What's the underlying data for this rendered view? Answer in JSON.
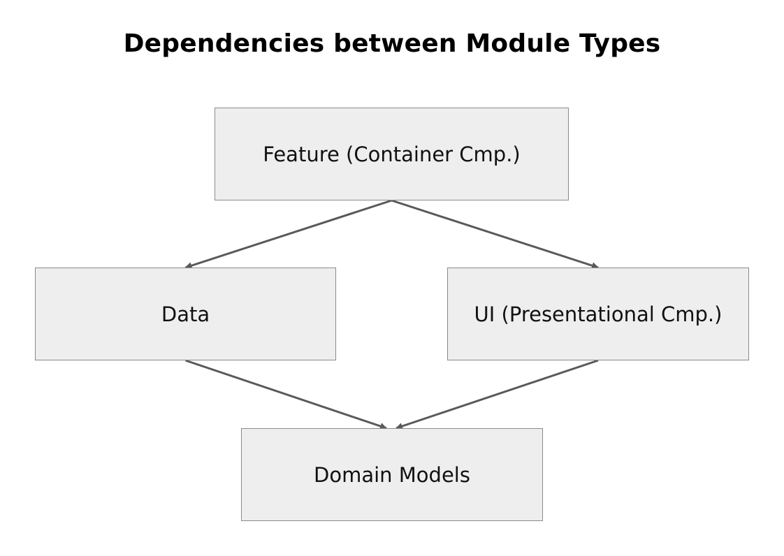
{
  "title": "Dependencies between Module Types",
  "nodes": {
    "feature": "Feature (Container Cmp.)",
    "data": "Data",
    "ui": "UI (Presentational Cmp.)",
    "domain": "Domain Models"
  },
  "edges": [
    {
      "from": "feature",
      "to": "data"
    },
    {
      "from": "feature",
      "to": "ui"
    },
    {
      "from": "data",
      "to": "domain"
    },
    {
      "from": "ui",
      "to": "domain"
    }
  ],
  "colors": {
    "node_fill": "#eeeeee",
    "node_border": "#8a8a8a",
    "edge": "#595959",
    "text": "#111111"
  }
}
